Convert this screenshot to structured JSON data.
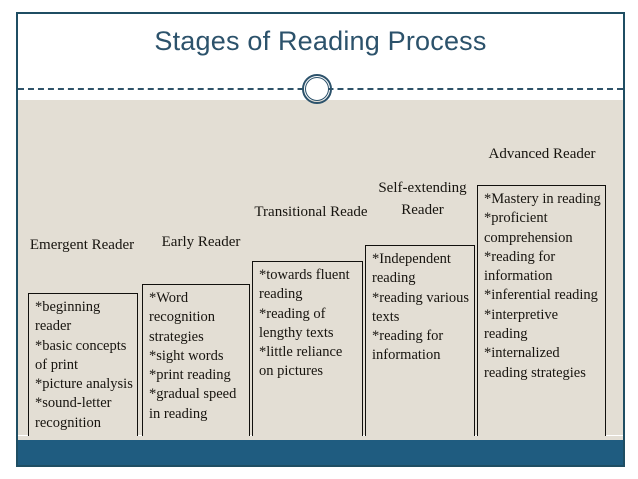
{
  "slide": {
    "title": "Stages of Reading Process",
    "accent_color": "#2c526b",
    "background_color": "#e3ded4",
    "bar_color": "#1f5c80",
    "box_border_color": "#11100d"
  },
  "stages": [
    {
      "id": "emergent-reader",
      "label": "Emergent\nReader",
      "body": "*beginning reader\n*basic concepts of print\n*picture analysis\n*sound-letter recognition",
      "body_lines": [
        "*beginning",
        "reader",
        "*basic concepts",
        "of print",
        "*picture",
        "analysis",
        "*sound-letter",
        "recognition"
      ]
    },
    {
      "id": "early-reader",
      "label": "Early Reader",
      "body": "*Word recognition strategies\n*sight words\n*print reading\n*gradual speed in reading",
      "body_lines": [
        "*Word",
        "recognition",
        "strategies",
        "*sight words",
        "*print reading",
        "*gradual speed",
        "in reading"
      ]
    },
    {
      "id": "transitional-reader",
      "label": "Transitional\nReade",
      "body": "*towards fluent reading\n*reading of lengthy texts\n*little reliance on pictures",
      "body_lines": [
        "*towards",
        "fluent",
        "reading",
        "*reading of",
        "lengthy texts",
        "*little reliance",
        "on pictures"
      ]
    },
    {
      "id": "self-extending-reader",
      "label": "Self-extending\nReader",
      "body": "*Independent reading\n*reading various texts\n*reading for information",
      "body_lines": [
        "*Independent",
        "reading",
        "*reading",
        "various texts",
        "*reading for",
        "information"
      ]
    },
    {
      "id": "advanced-reader",
      "label": "Advanced Reader",
      "body": "*Mastery in reading\n*proficient comprehension\n*reading for information\n*inferential reading\n*interpretive reading\n*internalized reading strategies",
      "body_lines": [
        "*Mastery in",
        "reading",
        "*proficient",
        "comprehension",
        "*reading for",
        "information",
        "*inferential",
        "reading",
        "*interpretive",
        "reading",
        "*internalized",
        "reading",
        "strategies"
      ]
    }
  ]
}
